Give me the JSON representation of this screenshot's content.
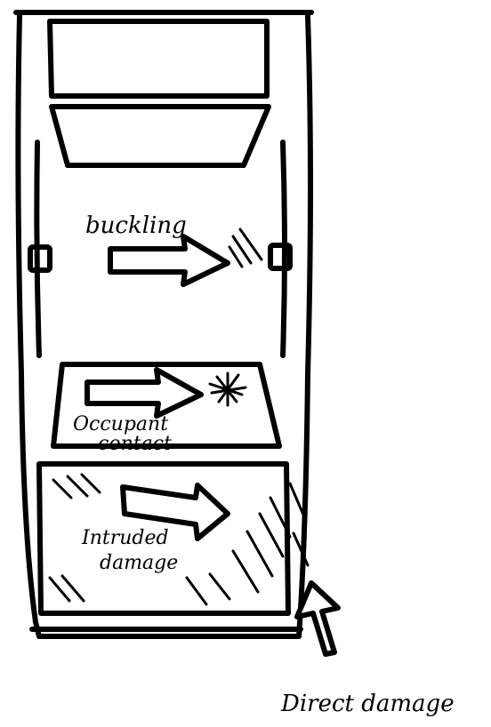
{
  "labels": {
    "buckling": "buckling",
    "occupant_line1": "Occupant",
    "occupant_line2": "contact",
    "intruded_line1": "Intruded",
    "intruded_line2": "damage",
    "direct_damage": "Direct damage"
  },
  "colors": {
    "ink": "#000000",
    "paper": "#ffffff"
  }
}
